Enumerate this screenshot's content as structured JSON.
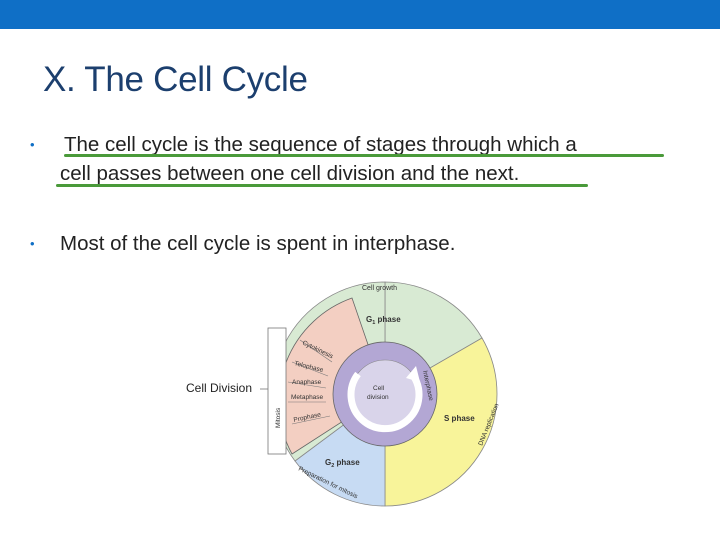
{
  "slide": {
    "title": "X. The Cell Cycle",
    "bullets": [
      {
        "line1": "The cell cycle is the sequence of stages through which a",
        "line2": "cell passes between one cell division and the next."
      },
      {
        "text": "Most of the cell cycle is spent in interphase."
      }
    ],
    "bullet_glyph": "•"
  },
  "diagram": {
    "cell_growth": "Cell growth",
    "g1_phase": "G",
    "g1_sub": "1",
    "g1_suffix": " phase",
    "s_phase": "S phase",
    "g2_phase": "G",
    "g2_sub": "2",
    "g2_suffix": " phase",
    "dna_replication": "DNA replication",
    "preparation": "Preparation for mitosis",
    "interphase": "Interphase",
    "cell_division_center_1": "Cell",
    "cell_division_center_2": "division",
    "cell_division_label": "Cell Division",
    "mitosis": "Mitosis",
    "cytokinesis": "Cytokinesis",
    "telophase": "Telophase",
    "anaphase": "Anaphase",
    "metaphase": "Metaphase",
    "prophase": "Prophase",
    "colors": {
      "g1": "#d8ead3",
      "s": "#f8f49a",
      "g2": "#c7dbf3",
      "mitosis": "#f3cfc2",
      "interphase_ring": "#b3a7d4",
      "brand": "#0f6fc6",
      "highlight": "#4a9a3a"
    }
  }
}
